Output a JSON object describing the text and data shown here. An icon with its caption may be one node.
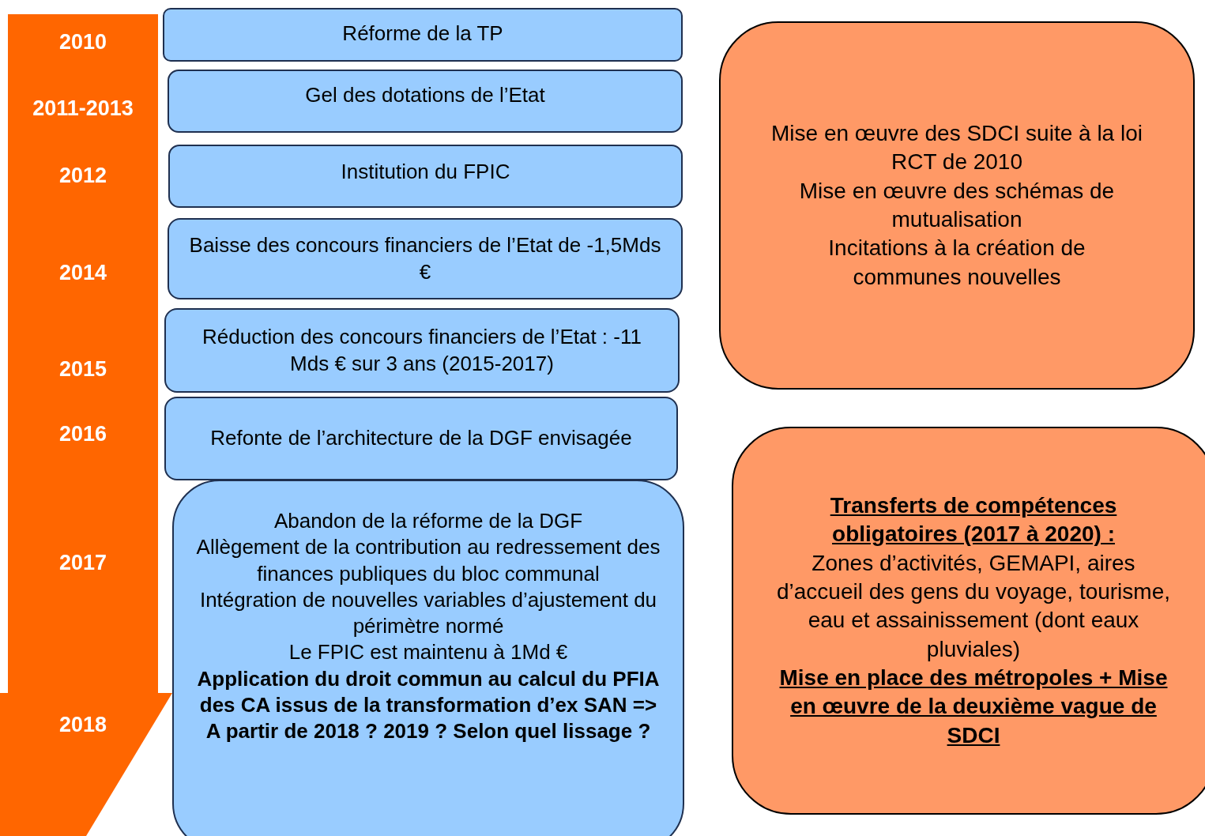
{
  "diagram": {
    "nodes": [
      {
        "text": [
          "2010",
          "2011-2013",
          "2012",
          "2014",
          "2015",
          "2016",
          "2017",
          "2018"
        ]
      },
      {
        "text": [
          "Réforme de la TP"
        ]
      },
      {
        "text": [
          "Gel des dotations de l’Etat"
        ]
      },
      {
        "text": [
          "Institution du FPIC"
        ]
      },
      {
        "text": [
          "Baisse des concours financiers de l’Etat de -1,5Mds €"
        ]
      },
      {
        "text": [
          "Réduction des concours financiers de l’Etat : -11 Mds € sur 3 ans (2015-2017)"
        ]
      },
      {
        "text": [
          "Refonte de l’architecture de la DGF envisagée"
        ]
      },
      {
        "text": [
          "Abandon de la réforme de la DGF",
          "Allègement de la contribution au redressement des finances publiques du bloc communal",
          "Intégration de nouvelles variables d’ajustement du périmètre normé",
          "Le FPIC est maintenu à 1Md €",
          "Application du droit commun au calcul du PFIA des CA issus de la transformation d’ex SAN => A partir de 2018 ? 2019 ? Selon quel lissage ?"
        ]
      },
      {
        "text": [
          "Mise en œuvre des SDCI suite à la loi RCT de 2010",
          "Mise en œuvre des schémas de mutualisation",
          "Incitations à la création de communes nouvelles"
        ]
      },
      {
        "text": [
          "Transferts de compétences obligatoires (2017 à 2020) :",
          "Zones d’activités, GEMAPI, aires d’accueil des gens du voyage, tourisme, eau et assainissement (dont eaux pluviales)",
          "Mise en place des métropoles + Mise en œuvre de la deuxième vague de SDCI"
        ]
      }
    ]
  }
}
